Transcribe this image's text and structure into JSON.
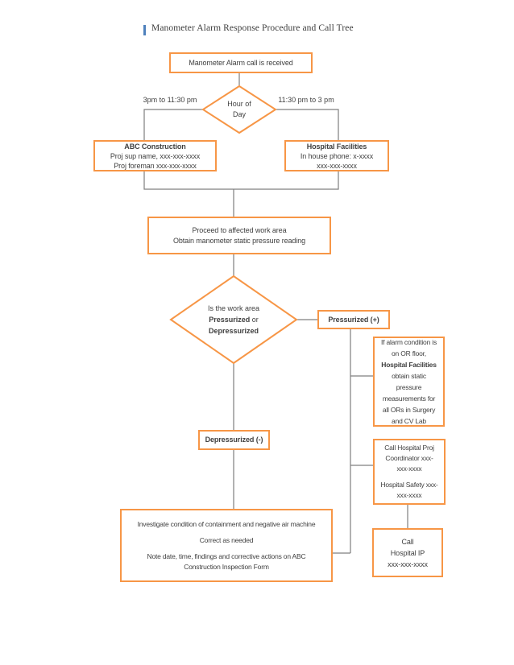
{
  "page": {
    "title": "Manometer Alarm Response Procedure and Call Tree"
  },
  "colors": {
    "accent_orange": "#F79646",
    "accent_blue": "#4F81BD",
    "line_gray": "#7F7F7F",
    "text_color": "#404040"
  },
  "flow": {
    "start": {
      "text": "Manometer Alarm call is received"
    },
    "hour_diamond": {
      "line1": "Hour of",
      "line2": "Day"
    },
    "branch_left": "3pm to 11:30 pm",
    "branch_right": "11:30 pm to 3 pm",
    "abc": {
      "title": "ABC Construction",
      "sup": "Proj sup name, xxx-xxx-xxxx",
      "foreman": "Proj foreman xxx-xxx-xxxx"
    },
    "hospital": {
      "title": "Hospital Facilities",
      "phone1": "In house phone: x-xxxx",
      "phone2": "xxx-xxx-xxxx"
    },
    "proceed": {
      "line1": "Proceed to affected work area",
      "line2": "Obtain manometer static pressure reading"
    },
    "pressure_diamond": {
      "line1": "Is the work area",
      "bold1": "Pressurized",
      "mid": " or",
      "bold2": "Depressurized"
    },
    "pressurized": "Pressurized (+)",
    "depressurized": "Depressurized (-)",
    "or_floor": {
      "l1": "If alarm condition is",
      "l2": "on OR floor,",
      "l3": "Hospital Facilities",
      "l4": "obtain static",
      "l5": "pressure",
      "l6": "measurements for",
      "l7": "all ORs in Surgery",
      "l8": "and CV Lab"
    },
    "coordinator": {
      "l1": "Call Hospital Proj",
      "l2": "Coordinator xxx-",
      "l3": "xxx-xxxx",
      "l4": "Hospital Safety xxx-",
      "l5": "xxx-xxxx"
    },
    "ip": {
      "l1": "Call",
      "l2": "Hospital IP",
      "l3": "xxx-xxx-xxxx"
    },
    "investigate": {
      "l1": "Investigate condition of containment and negative air machine",
      "l2": "Correct as needed",
      "l3": "Note date, time, findings and corrective actions on ABC",
      "l4": "Construction Inspection Form"
    }
  }
}
